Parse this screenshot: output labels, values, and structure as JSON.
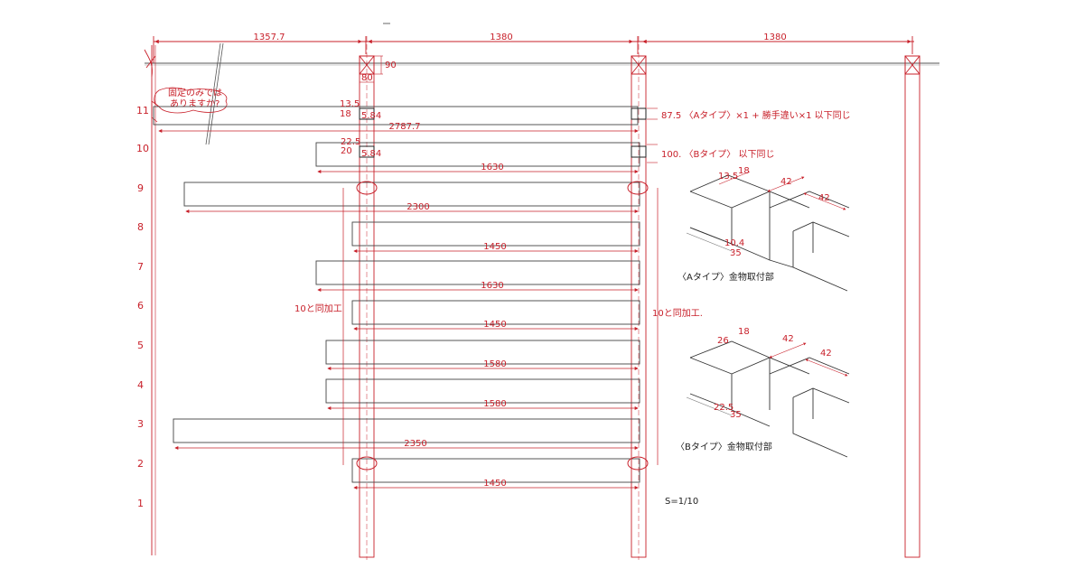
{
  "colors": {
    "ink": "#333333",
    "red": "#c8202a"
  },
  "top_dims": [
    "1357.7",
    "1380",
    "1380"
  ],
  "post_dims": {
    "height": "90",
    "width": "80"
  },
  "question_note": [
    "固定のみでは",
    "ありますか?"
  ],
  "row_labels": [
    "11",
    "10",
    "9",
    "8",
    "7",
    "6",
    "5",
    "4",
    "3",
    "2",
    "1"
  ],
  "row11": {
    "dim_a": "13.5",
    "dim_b": "18",
    "bracket": "5.84",
    "length": "2787.7"
  },
  "row10": {
    "dim_a": "22.5",
    "dim_b": "20",
    "bracket": "5.84"
  },
  "board_lengths": {
    "r10": "1630",
    "r9": "2300",
    "r8": "1450",
    "r7": "1630",
    "r6": "1450",
    "r5": "1580",
    "r4": "1580",
    "r3": "2350",
    "r2": "1450"
  },
  "notes": {
    "type_a": "87.5 〈Aタイプ〉×1 + 勝手違い×1 以下同じ",
    "type_b": "100. 〈Bタイプ〉 以下同じ",
    "same_left": "10と同加工",
    "same_right": "10と同加工."
  },
  "detail_a": {
    "caption": "〈Aタイプ〉金物取付部",
    "d1": "13.5",
    "d2": "18",
    "d3": "42",
    "d4": "42",
    "d5": "10.4",
    "d6": "35"
  },
  "detail_b": {
    "caption": "〈Bタイプ〉金物取付部",
    "d1": "26",
    "d2": "18",
    "d3": "42",
    "d4": "42",
    "d5": "22.5",
    "d6": "35"
  },
  "scale": "S=1/10"
}
